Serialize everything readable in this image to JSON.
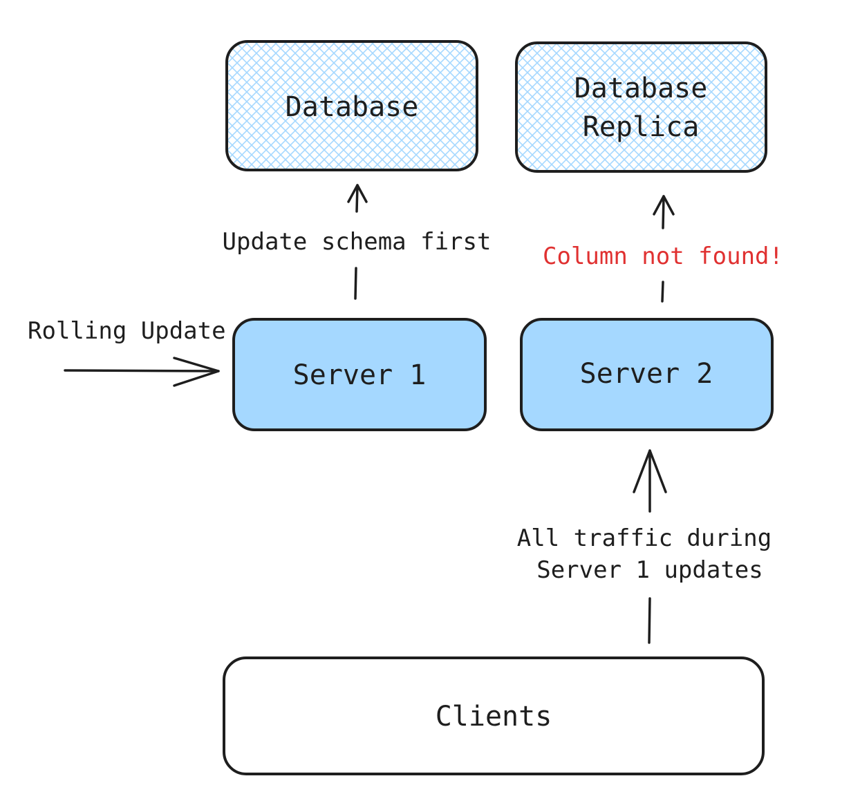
{
  "nodes": {
    "database": {
      "label": "Database",
      "fill": "hatched",
      "hatch_color": "#a5d8ff"
    },
    "database_replica": {
      "label_line1": "Database",
      "label_line2": "Replica",
      "fill": "hatched",
      "hatch_color": "#a5d8ff"
    },
    "server1": {
      "label": "Server 1",
      "fill": "#a5d8ff"
    },
    "server2": {
      "label": "Server 2",
      "fill": "#a5d8ff"
    },
    "clients": {
      "label": "Clients",
      "fill": "#ffffff"
    }
  },
  "edges": {
    "server1_to_database": {
      "label": "Update schema first"
    },
    "server2_to_replica": {
      "label": "Column not found!",
      "color": "#e03131"
    },
    "rolling_update": {
      "label": "Rolling Update"
    },
    "clients_to_server2": {
      "label_line1": "All traffic during",
      "label_line2": "Server 1 updates"
    }
  },
  "colors": {
    "stroke": "#1e1e1e",
    "box_fill": "#a5d8ff",
    "error": "#e03131",
    "background": "#ffffff"
  }
}
